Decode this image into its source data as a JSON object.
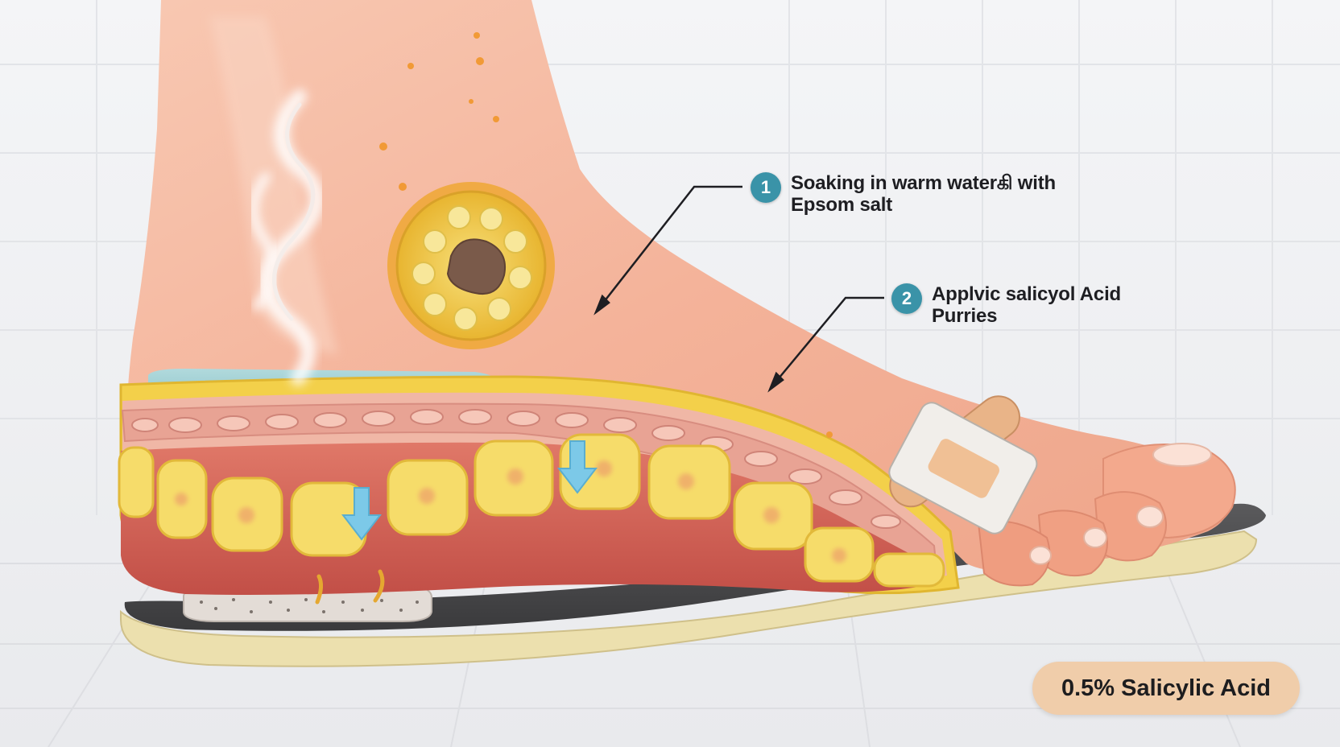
{
  "callouts": [
    {
      "number": "1",
      "lines": [
        "Soaking in warm waterகி with",
        "Epsom salt"
      ],
      "badge_color": "#3a93a8"
    },
    {
      "number": "2",
      "lines": [
        "Applvic salicyol Acid",
        "Purries"
      ],
      "badge_color": "#3a93a8"
    }
  ],
  "label": {
    "text": "0.5% Salicylic Acid",
    "bg_color": "#f0cdaa"
  },
  "colors": {
    "skin": "#f4b39a",
    "skin_highlight": "#f9d2be",
    "fat_cells": "#f6dc6a",
    "muscle": "#d9645a",
    "insole_top": "#4a4a4c",
    "insole_base": "#ece0ae",
    "water": "#8fcfd8",
    "arrow": "#7cc9e8",
    "corn_ring": "#f2c43a",
    "corn_core": "#7a5a4a"
  },
  "icons": [
    "steam-icon",
    "down-arrow-icon",
    "bandage-icon"
  ]
}
